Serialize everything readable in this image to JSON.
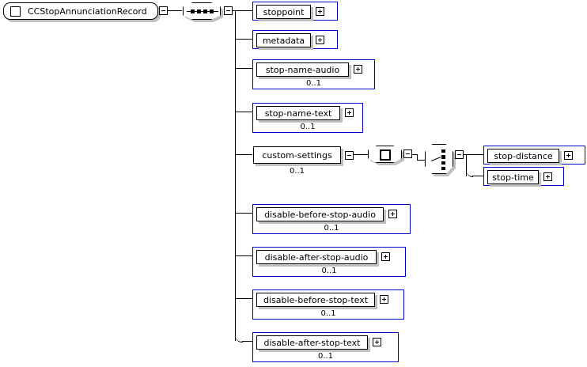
{
  "diagram": {
    "title": "CCStopAnnunciationRecord",
    "type": "xml-schema-element-tree",
    "root": {
      "name": "CCStopAnnunciationRecord",
      "icon": "element-square-icon",
      "toggle": "minus",
      "toggle_label": "-"
    },
    "root_compositor": {
      "kind": "sequence",
      "icon": "sequence-compositor-icon",
      "toggle": "minus",
      "toggle_label": "-"
    },
    "children": [
      {
        "name": "stoppoint",
        "cardinality": "",
        "toggle": "plus",
        "toggle_label": "+"
      },
      {
        "name": "metadata",
        "cardinality": "",
        "toggle": "plus",
        "toggle_label": "+"
      },
      {
        "name": "stop-name-audio",
        "cardinality": "0..1",
        "toggle": "plus",
        "toggle_label": "+"
      },
      {
        "name": "stop-name-text",
        "cardinality": "0..1",
        "toggle": "plus",
        "toggle_label": "+"
      },
      {
        "name": "custom-settings",
        "cardinality": "0..1",
        "toggle": "minus",
        "toggle_label": "-"
      },
      {
        "name": "disable-before-stop-audio",
        "cardinality": "0..1",
        "toggle": "plus",
        "toggle_label": "+"
      },
      {
        "name": "disable-after-stop-audio",
        "cardinality": "0..1",
        "toggle": "plus",
        "toggle_label": "+"
      },
      {
        "name": "disable-before-stop-text",
        "cardinality": "0..1",
        "toggle": "plus",
        "toggle_label": "+"
      },
      {
        "name": "disable-after-stop-text",
        "cardinality": "0..1",
        "toggle": "plus",
        "toggle_label": "+"
      }
    ],
    "custom_settings_branch": {
      "group": {
        "kind": "complexType-group",
        "icon": "group-square-icon",
        "toggle": "minus",
        "toggle_label": "-"
      },
      "choice": {
        "kind": "choice",
        "icon": "choice-compositor-icon",
        "toggle": "minus",
        "toggle_label": "-"
      },
      "children": [
        {
          "name": "stop-distance",
          "cardinality": "",
          "toggle": "plus",
          "toggle_label": "+"
        },
        {
          "name": "stop-time",
          "cardinality": "",
          "toggle": "plus",
          "toggle_label": "+"
        }
      ]
    },
    "colors": {
      "element_border": "#0000cc",
      "inner_border": "#000000",
      "shadow": "#c0c0c0",
      "background": "#ffffff",
      "line": "#000000"
    }
  }
}
